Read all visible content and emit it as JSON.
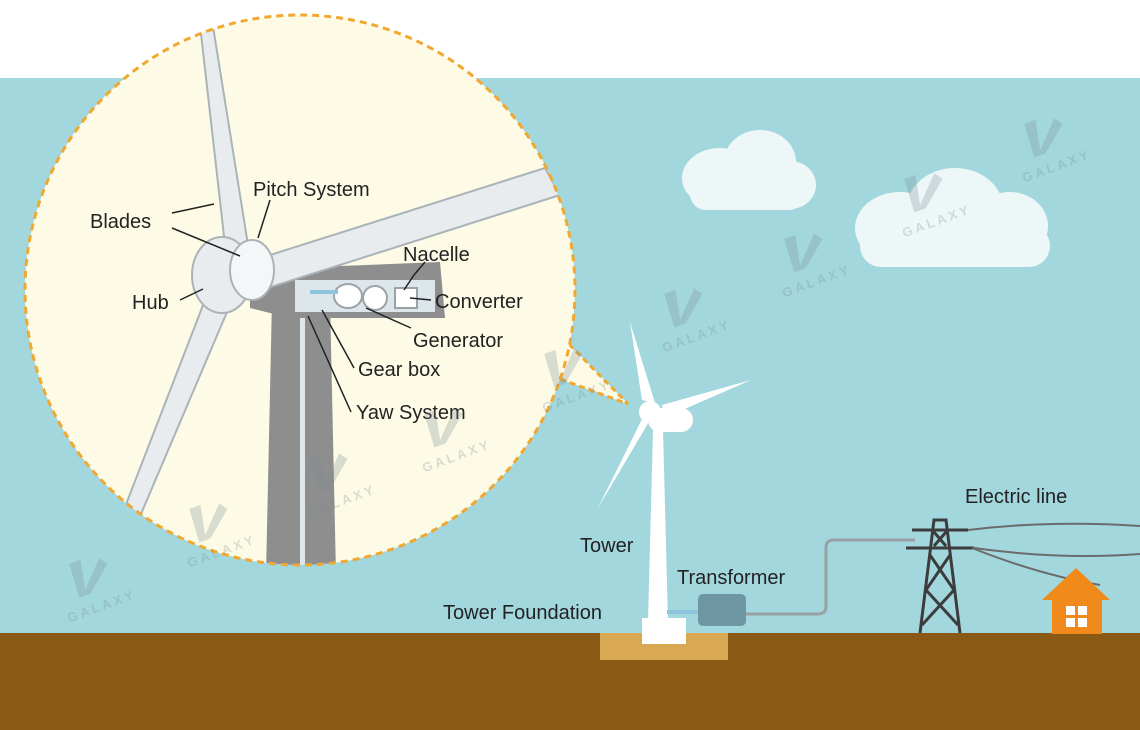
{
  "labels": {
    "pitch_system": "Pitch System",
    "blades": "Blades",
    "nacelle": "Nacelle",
    "hub": "Hub",
    "converter": "Converter",
    "generator": "Generator",
    "gear_box": "Gear box",
    "yaw_system": "Yaw System",
    "tower": "Tower",
    "transformer": "Transformer",
    "tower_foundation": "Tower Foundation",
    "electric_line": "Electric line"
  },
  "watermark": {
    "text": "GALAXY"
  },
  "colors": {
    "sky": "#a3d7de",
    "ground": "#8a5a14",
    "foundation": "#d9a852",
    "callout_fill": "#fdfbe6",
    "callout_border": "#f0a830",
    "house": "#f08a1a",
    "tower_pylon": "#3c3c3c",
    "transformer": "#6f97a3",
    "tower_gray": "#8e8e8e",
    "cable": "#8fc5dc"
  },
  "icons": {
    "house": "house-icon",
    "pylon": "pylon-icon",
    "watermark": "galaxy-logo-icon"
  }
}
